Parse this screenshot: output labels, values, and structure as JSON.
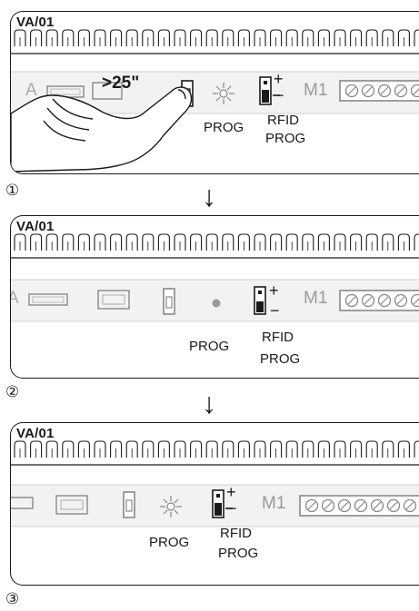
{
  "device_title": "VA/01",
  "labels": {
    "prog": "PROG",
    "rfid": "RFID",
    "rfid_prog": "PROG",
    "m1": "M1",
    "a": "A",
    "seconds": ">25\"",
    "plus": "+",
    "minus": "−"
  },
  "steps": [
    "①",
    "②",
    "③"
  ],
  "arrow": "↓",
  "colors": {
    "line": "#1a1a1a",
    "terminal_grey": "#999999",
    "pcb_band": "#e8e8e8"
  }
}
